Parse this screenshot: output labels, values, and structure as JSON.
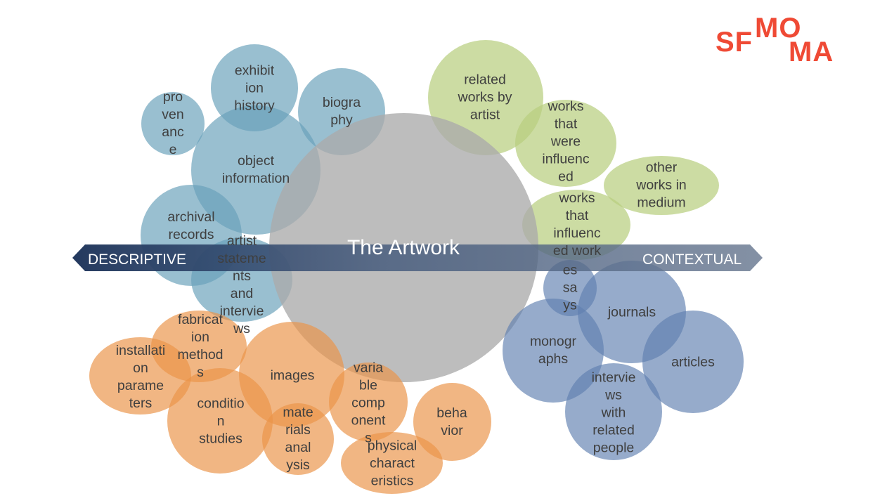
{
  "logo": {
    "top": "MO",
    "left": "SF",
    "bottom": "MA",
    "color": "#ef4a35"
  },
  "center": {
    "title": "The Artwork"
  },
  "axis": {
    "left": "DESCRIPTIVE",
    "right": "CONTEXTUAL"
  },
  "bubbles": {
    "provenance": "pro\nven\nanc\ne",
    "exhibition_history": "exhibit\nion\nhistory",
    "biography": "biogra\nphy",
    "object_information": "object\ninformation",
    "archival_records": "archival\nrecords",
    "artist_statements": "artist\nstateme\nnts\nand\nintervie\nws",
    "related_works": "related\nworks by\nartist",
    "works_influenced": "works\nthat\nwere\ninfluenc\ned",
    "other_works": "other\nworks in\nmedium",
    "works_that_influenced": "works\nthat\ninfluenc\ned work",
    "essays": "es\nsa\nys",
    "journals": "journals",
    "monographs": "monogr\naphs",
    "articles": "articles",
    "interviews_related": "intervie\nws\nwith\nrelated\npeople",
    "fabrication_methods": "fabricat\nion\nmethod\ns",
    "installation_parameters": "installati\non\nparame\nters",
    "images": "images",
    "condition_studies": "conditio\nn\nstudies",
    "materials_analysis": "mate\nrials\nanal\nysis",
    "variable_components": "varia\nble\ncomp\nonent\ns",
    "behavior": "beha\nvior",
    "physical_characteristics": "physical\ncharact\neristics"
  },
  "colors": {
    "blue": "#68a1b9",
    "green": "#b8cf80",
    "orange": "#eb9448",
    "navy": "#6080b0",
    "gray": "#aaaaaa",
    "arrow": "#2b4366"
  }
}
